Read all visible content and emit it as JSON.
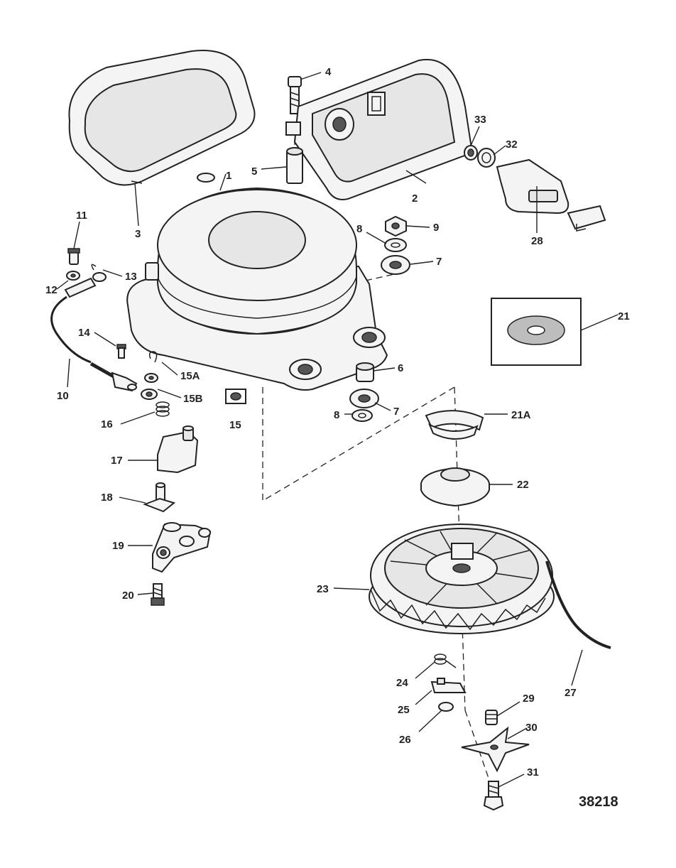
{
  "diagram": {
    "drawing_number": "38218",
    "callouts": {
      "c1": "1",
      "c2": "2",
      "c3": "3",
      "c4": "4",
      "c5": "5",
      "c6": "6",
      "c7a": "7",
      "c7b": "7",
      "c8a": "8",
      "c8b": "8",
      "c9": "9",
      "c10": "10",
      "c11": "11",
      "c12": "12",
      "c13": "13",
      "c14": "14",
      "c15": "15",
      "c15a": "15A",
      "c15b": "15B",
      "c16": "16",
      "c17": "17",
      "c18": "18",
      "c19": "19",
      "c20": "20",
      "c21": "21",
      "c21a": "21A",
      "c22": "22",
      "c23": "23",
      "c24": "24",
      "c25": "25",
      "c26": "26",
      "c27": "27",
      "c28": "28",
      "c29": "29",
      "c30": "30",
      "c31": "31",
      "c32": "32",
      "c33": "33"
    }
  }
}
